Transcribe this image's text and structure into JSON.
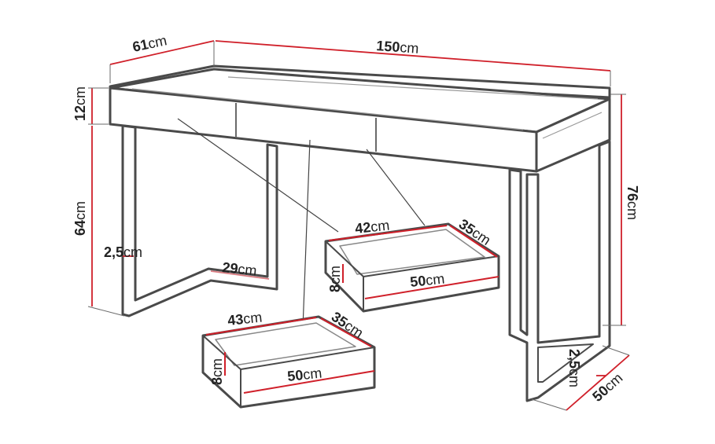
{
  "colors": {
    "outline": "#4a4a4a",
    "dimension": "#d0202a",
    "dimension_light": "#d97a80",
    "text": "#222222",
    "leader": "#444444"
  },
  "dimensions": {
    "desk_depth": {
      "value": "61",
      "unit": "cm"
    },
    "desk_width": {
      "value": "150",
      "unit": "cm"
    },
    "top_height": {
      "value": "12",
      "unit": "cm"
    },
    "leg_height": {
      "value": "64",
      "unit": "cm"
    },
    "total_height": {
      "value": "76",
      "unit": "cm"
    },
    "leg_thickness": {
      "value": "2,5",
      "unit": "cm"
    },
    "leg_foot": {
      "value": "29",
      "unit": "cm"
    },
    "base_thickness": {
      "value": "2,5",
      "unit": "cm"
    },
    "base_depth": {
      "value": "50",
      "unit": "cm"
    },
    "drawer_small_inner_width": {
      "value": "42",
      "unit": "cm"
    },
    "drawer_small_depth": {
      "value": "35",
      "unit": "cm"
    },
    "drawer_small_height": {
      "value": "8",
      "unit": "cm"
    },
    "drawer_small_front": {
      "value": "50",
      "unit": "cm"
    },
    "drawer_large_inner_width": {
      "value": "43",
      "unit": "cm"
    },
    "drawer_large_depth": {
      "value": "35",
      "unit": "cm"
    },
    "drawer_large_height": {
      "value": "8",
      "unit": "cm"
    },
    "drawer_large_front": {
      "value": "50",
      "unit": "cm"
    }
  }
}
